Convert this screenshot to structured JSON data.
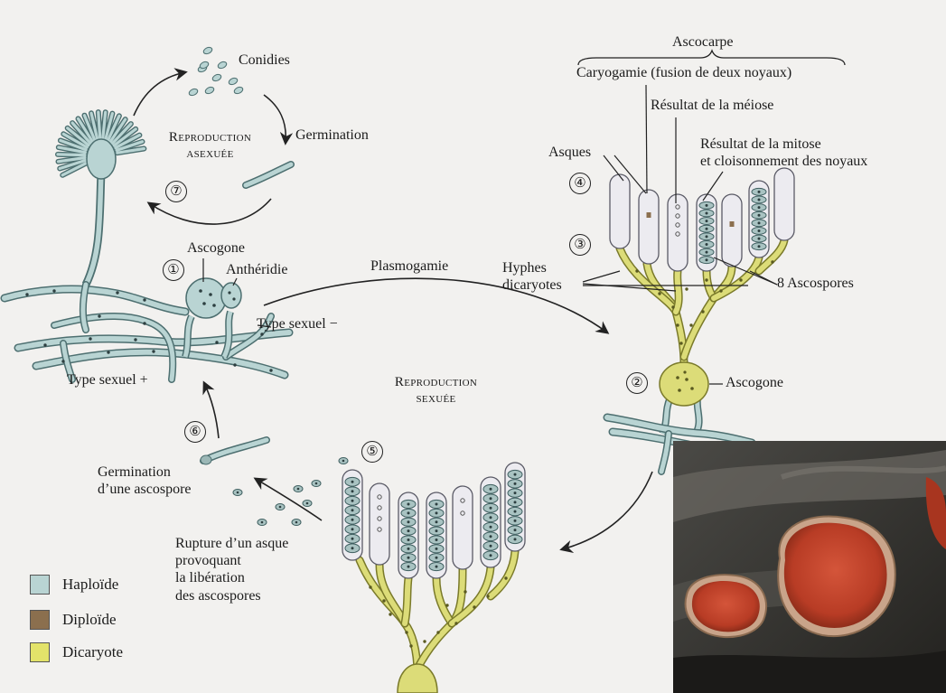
{
  "labels": {
    "conidies": "Conidies",
    "germination": "Germination",
    "repro_asexuee": [
      "Reproduction",
      "asexuée"
    ],
    "ascogone_left": "Ascogone",
    "antheridie": "Anthéridie",
    "plasmogamie": "Plasmogamie",
    "type_minus": "Type sexuel −",
    "type_plus": "Type sexuel +",
    "ascocarpe": "Ascocarpe",
    "caryogamie": "Caryogamie (fusion de deux noyaux)",
    "meiose": "Résultat de la méiose",
    "mitose": [
      "Résultat de la mitose",
      "et cloisonnement des noyaux"
    ],
    "asques": "Asques",
    "hyphes": [
      "Hyphes",
      "dicaryotes"
    ],
    "ascospores8": "8 Ascospores",
    "ascogone_right": "Ascogone",
    "repro_sexuee": [
      "Reproduction",
      "sexuée"
    ],
    "germ_ascospore": [
      "Germination",
      "d’une ascospore"
    ],
    "rupture": [
      "Rupture d’un asque",
      "provoquant",
      "la libération",
      "des ascospores"
    ]
  },
  "steps": [
    "①",
    "②",
    "③",
    "④",
    "⑤",
    "⑥",
    "⑦"
  ],
  "legend": [
    {
      "label": "Haploïde",
      "color": "#b9d4d3"
    },
    {
      "label": "Diploïde",
      "color": "#8b6f4e"
    },
    {
      "label": "Dicaryote",
      "color": "#e3e36a"
    }
  ],
  "colors": {
    "haploid": "#b9d4d3",
    "haploid_stroke": "#4d6f70",
    "dicaryote": "#dcdc78",
    "dicaryote_stroke": "#7a7a2a",
    "diploid": "#8b6f4e",
    "ascus": "#ecebf0",
    "ascus_stroke": "#5a5a66"
  },
  "photo": {
    "caption": ""
  }
}
